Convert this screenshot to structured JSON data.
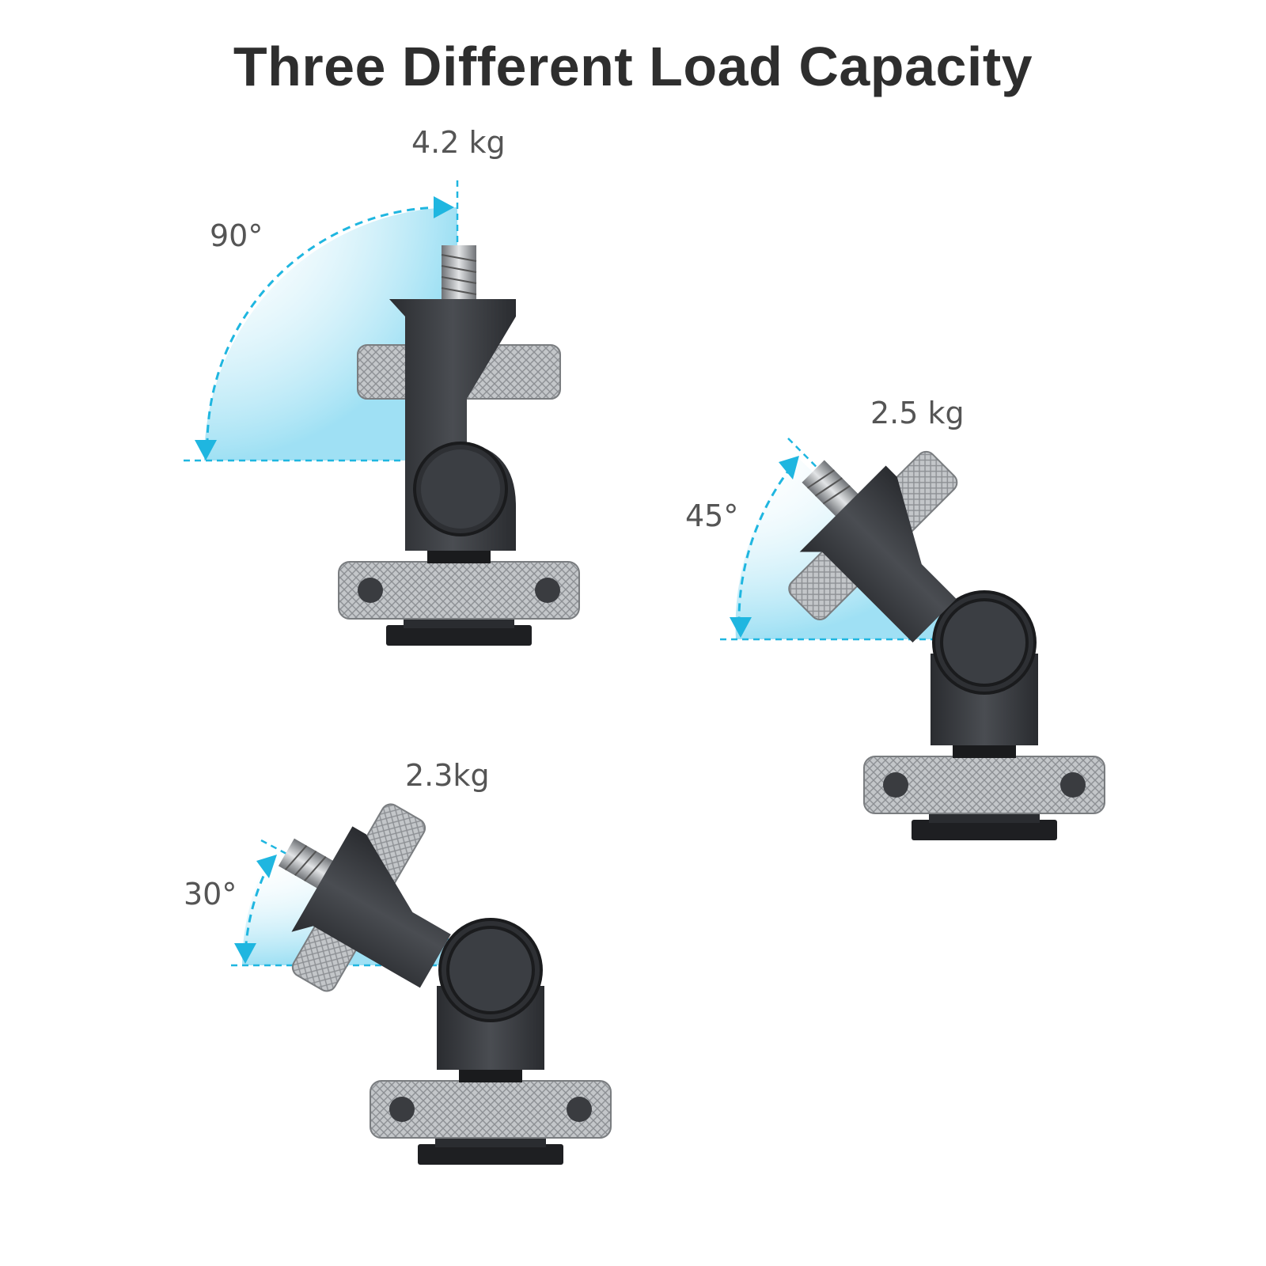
{
  "title": "Three Different Load Capacity",
  "mounts": [
    {
      "load": "4.2 kg",
      "angle": "90°"
    },
    {
      "load": "2.5 kg",
      "angle": "45°"
    },
    {
      "load": "2.3kg",
      "angle": "30°"
    }
  ],
  "colors": {
    "accent": "#1fb6e0",
    "metal_dark": "#3a3c40",
    "knurl": "#b5b8bb",
    "text": "#555555",
    "title": "#2e2e2e"
  },
  "icons": [
    "angle-arc-arrow-icon",
    "cold-shoe-mount-icon"
  ]
}
